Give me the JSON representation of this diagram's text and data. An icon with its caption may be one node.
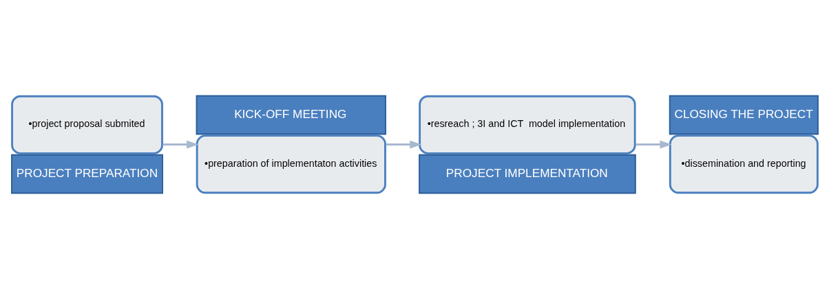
{
  "diagram": {
    "nodes": [
      {
        "text": [
          "•project proposal submited",
          "PROJECT PREPARATION"
        ]
      },
      {
        "text": [
          "KICK-OFF MEETING",
          "•preparation of implementaton activities"
        ]
      },
      {
        "text": [
          "•resreach ; 3I and ICT  model implementation",
          "PROJECT IMPLEMENTATION"
        ]
      },
      {
        "text": [
          "CLOSING THE PROJECT",
          "•dissemination and reporting"
        ]
      }
    ],
    "edges": [
      {
        "from": 0,
        "to": 1,
        "arrow": "to"
      },
      {
        "from": 1,
        "to": 2,
        "arrow": "to"
      },
      {
        "from": 2,
        "to": 3,
        "arrow": "to"
      }
    ]
  }
}
